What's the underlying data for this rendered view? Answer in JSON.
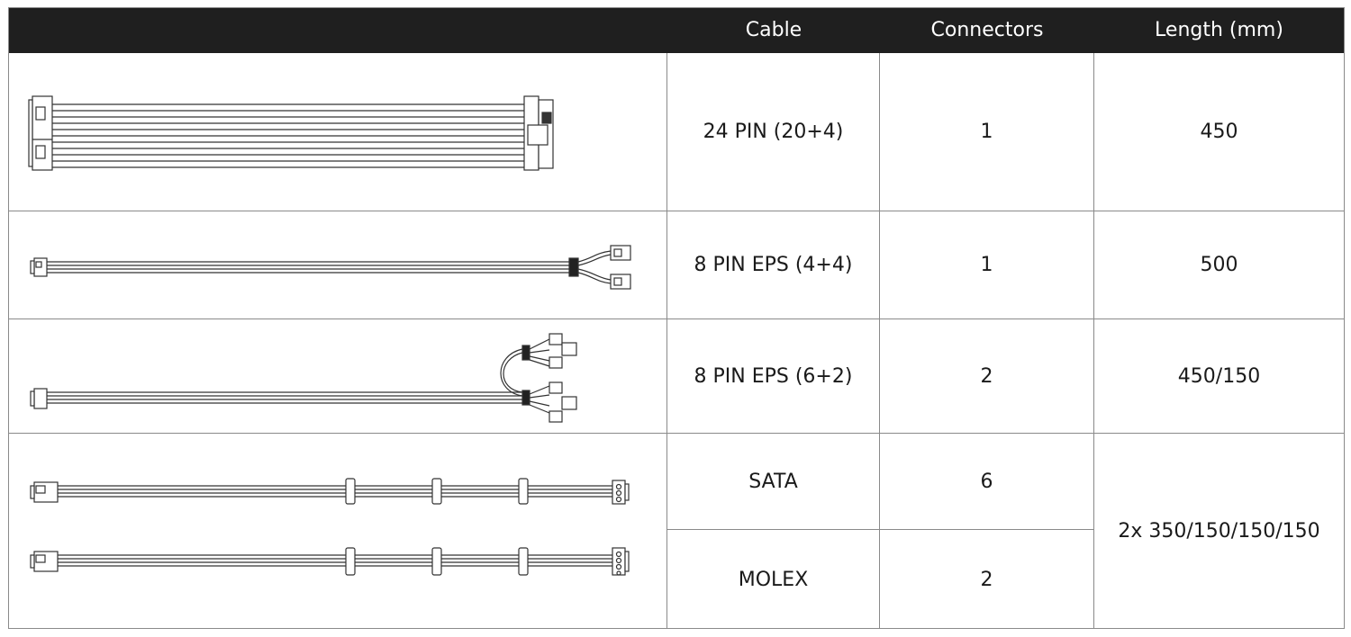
{
  "header": {
    "col_cable": "Cable",
    "col_connectors": "Connectors",
    "col_length": "Length (mm)"
  },
  "rows": [
    {
      "cable": "24 PIN (20+4)",
      "connectors": "1",
      "length": "450"
    },
    {
      "cable": "8 PIN EPS (4+4)",
      "connectors": "1",
      "length": "500"
    },
    {
      "cable": "8 PIN EPS (6+2)",
      "connectors": "2",
      "length": "450/150"
    },
    {
      "cable": "SATA",
      "connectors": "6",
      "length": "2x 350/150/150/150"
    },
    {
      "cable": "MOLEX",
      "connectors": "2"
    }
  ]
}
